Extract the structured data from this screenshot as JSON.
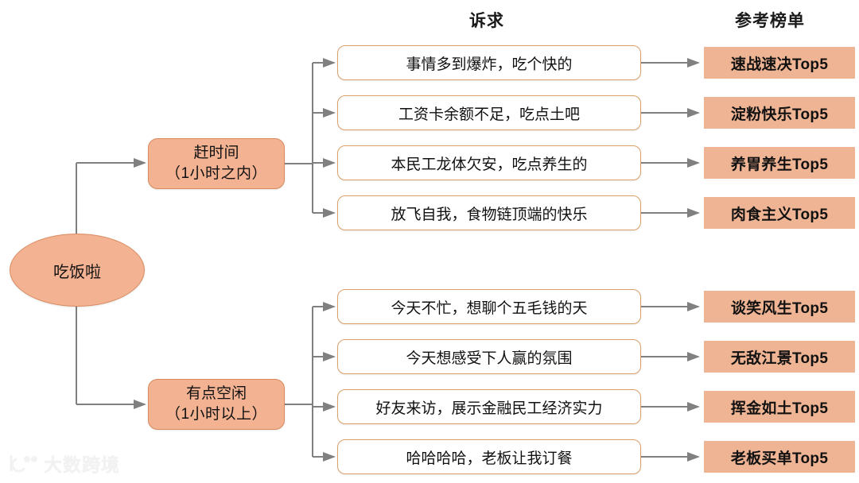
{
  "headers": {
    "need_column": "诉求",
    "rank_column": "参考榜单"
  },
  "root": {
    "label": "吃饭啦"
  },
  "colors": {
    "node_fill": "#F3B291",
    "node_border": "#D98B5F",
    "badge_fill": "#EFB494",
    "box_border": "#D9A06A",
    "box_fill": "#FFFFFF",
    "connector": "#808080",
    "text": "#111111",
    "watermark": "#E8E8E8"
  },
  "branches": [
    {
      "stage_line1": "赶时间",
      "stage_line2": "（1小时之内）",
      "rows": [
        {
          "need": "事情多到爆炸，吃个快的",
          "rank": "速战速决Top5"
        },
        {
          "need": "工资卡余额不足，吃点土吧",
          "rank": "淀粉快乐Top5"
        },
        {
          "need": "本民工龙体欠安，吃点养生的",
          "rank": "养胃养生Top5"
        },
        {
          "need": "放飞自我，食物链顶端的快乐",
          "rank": "肉食主义Top5"
        }
      ]
    },
    {
      "stage_line1": "有点空闲",
      "stage_line2": "（1小时以上）",
      "rows": [
        {
          "need": "今天不忙，想聊个五毛钱的天",
          "rank": "谈笑风生Top5"
        },
        {
          "need": "今天想感受下人赢的氛围",
          "rank": "无敌江景Top5"
        },
        {
          "need": "好友来访，展示金融民工经济实力",
          "rank": "挥金如土Top5"
        },
        {
          "need": "哈哈哈哈，老板让我订餐",
          "rank": "老板买单Top5"
        }
      ]
    }
  ],
  "watermark": {
    "text": "大数跨境"
  }
}
